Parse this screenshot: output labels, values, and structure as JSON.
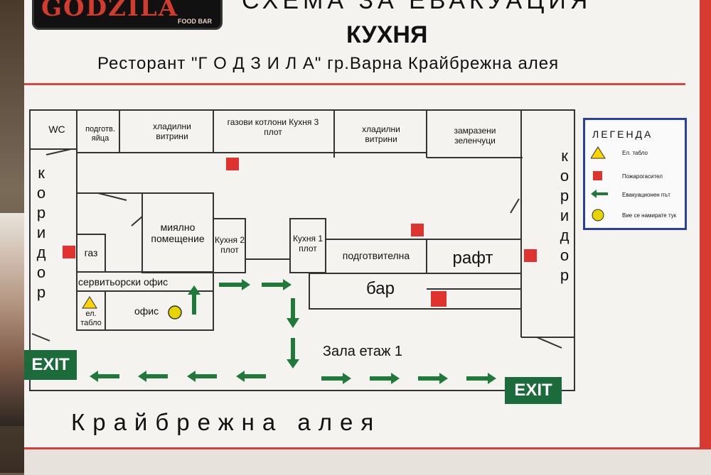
{
  "logo": {
    "name": "GODZILA",
    "sub": "FOOD BAR"
  },
  "header": {
    "title_top": "СХЕМА ЗА ЕВАКУАЦИЯ",
    "title_kitchen": "КУХНЯ",
    "address": "Ресторант \"Г О Д З И Л А\"   гр.Варна   Крайбрежна  алея"
  },
  "rooms": {
    "wc": "WC",
    "eggs": "подготв. яйца",
    "fridge1": "хладилни витрини",
    "gas": "газови котлони Кухня 3 плот",
    "fridge2": "хладилни витрини",
    "frozen": "замразени зеленчуци",
    "washing": "миялно помещение",
    "kitchen2": "Кухня 2 плот",
    "kitchen1": "Кухня 1 плот",
    "prep": "подготвителна",
    "shelf": "рафт",
    "gas_room": "газ",
    "waiter_office": "сервитьорски офис",
    "office": "офис",
    "el_panel": "ел. табло",
    "bar": "бар",
    "hall": "Зала етаж 1"
  },
  "corridor_letters": [
    "к",
    "о",
    "р",
    "и",
    "д",
    "о",
    "р"
  ],
  "exit_label": "EXIT",
  "legend": {
    "title": "ЛЕГЕНДА",
    "items": [
      {
        "label": "Ел. табло",
        "icon": "warning-icon"
      },
      {
        "label": "Пожарогасител",
        "icon": "extinguisher-icon"
      },
      {
        "label": "Евакуационен път",
        "icon": "arrow-icon"
      },
      {
        "label": "Вие се намирате тук",
        "icon": "location-dot-icon"
      }
    ]
  },
  "street": "Крайбрежна  алея",
  "colors": {
    "wall": "#333333",
    "arrow": "#1f7a3a",
    "exit": "#1c6b3a",
    "extinguisher": "#e0322f",
    "you_are_here": "#e8d400",
    "legend_border": "#2b3fa0",
    "accent_red": "#d83a32"
  }
}
